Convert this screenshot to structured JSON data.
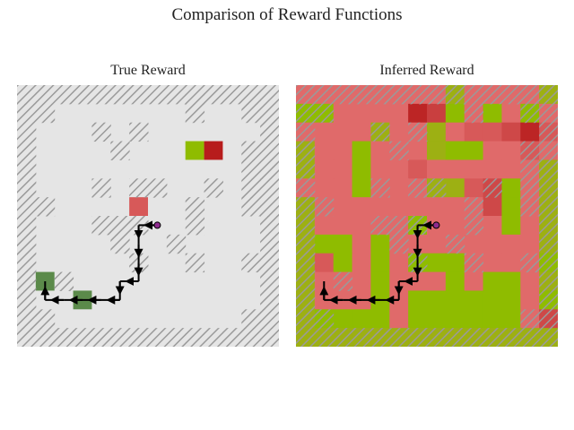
{
  "figure": {
    "title": "Comparison of Reward Functions"
  },
  "colors": {
    "background": "#ffffff",
    "floor": "#e5e5e5",
    "wall_hatch": "#9a9a9a",
    "path": "#000000",
    "start_marker": "#8e2a8e",
    "neutral_reward": "#e57373",
    "positive_reward": "#8fbc00",
    "strong_positive_reward": "#5b8a4a",
    "negative_reward": "#b71c1c"
  },
  "grid": {
    "rows": 14,
    "cols": 14,
    "walls": [
      "##############",
      "##.......#..##",
      "#...#.#......#",
      "#....#......##",
      "#...........##",
      "#...#.##..#.##",
      "##.......#..##",
      "#...###..#...#",
      "#....#..#....#",
      "#.....#..#..##",
      "#.#..........#",
      "#............#",
      "##..........##",
      "##############"
    ],
    "start": [
      7,
      7
    ],
    "path": [
      [
        7,
        7
      ],
      [
        7,
        6
      ],
      [
        8,
        6
      ],
      [
        9,
        6
      ],
      [
        10,
        6
      ],
      [
        10,
        5
      ],
      [
        11,
        5
      ],
      [
        11,
        4
      ],
      [
        11,
        3
      ],
      [
        11,
        2
      ],
      [
        11,
        1
      ],
      [
        10,
        1
      ]
    ]
  },
  "panels": [
    {
      "title": "True Reward",
      "cells": [
        {
          "r": 3,
          "c": 9,
          "v": 0.6
        },
        {
          "r": 3,
          "c": 10,
          "v": -1
        },
        {
          "r": 6,
          "c": 6,
          "v": -0.3
        },
        {
          "r": 10,
          "c": 1,
          "v": 1
        },
        {
          "r": 11,
          "c": 3,
          "v": 1
        }
      ]
    },
    {
      "title": "Inferred Reward",
      "heatmap": [
        [
          -0.1,
          -0.1,
          -0.1,
          -0.1,
          -0.1,
          -0.1,
          -0.1,
          -0.1,
          0.5,
          -0.1,
          -0.1,
          -0.1,
          -0.1,
          0.5
        ],
        [
          0.6,
          0.6,
          -0.1,
          -0.1,
          -0.1,
          -0.1,
          -0.9,
          -0.6,
          0.8,
          -0.1,
          0.6,
          -0.1,
          0.8,
          -0.1
        ],
        [
          -0.1,
          -0.1,
          -0.1,
          -0.1,
          0.5,
          -0.1,
          -0.1,
          0.5,
          -0.1,
          -0.3,
          -0.3,
          -0.5,
          -0.9,
          -0.3
        ],
        [
          0.5,
          -0.1,
          -0.1,
          0.6,
          -0.1,
          -0.1,
          -0.1,
          0.5,
          0.6,
          0.6,
          -0.1,
          -0.1,
          -0.3,
          -0.1
        ],
        [
          0.5,
          -0.1,
          -0.1,
          0.6,
          -0.1,
          -0.1,
          -0.3,
          -0.1,
          -0.1,
          -0.1,
          -0.1,
          -0.1,
          -0.1,
          0.5
        ],
        [
          -0.1,
          -0.1,
          -0.1,
          0.6,
          -0.1,
          -0.1,
          -0.1,
          0.5,
          0.5,
          -0.3,
          -0.5,
          0.8,
          -0.1,
          0.5
        ],
        [
          0.5,
          -0.1,
          -0.1,
          -0.1,
          -0.1,
          -0.1,
          -0.1,
          -0.1,
          -0.1,
          -0.1,
          -0.5,
          0.6,
          -0.1,
          0.5
        ],
        [
          0.5,
          -0.1,
          -0.1,
          -0.1,
          -0.1,
          -0.1,
          0.6,
          -0.1,
          -0.1,
          -0.1,
          -0.1,
          0.8,
          -0.1,
          0.5
        ],
        [
          0.5,
          0.6,
          0.6,
          -0.1,
          0.6,
          -0.1,
          -0.1,
          -0.1,
          -0.1,
          -0.1,
          -0.1,
          -0.1,
          -0.1,
          0.5
        ],
        [
          0.5,
          -0.3,
          0.6,
          -0.1,
          0.6,
          -0.1,
          0.6,
          0.6,
          0.6,
          -0.1,
          -0.1,
          -0.1,
          -0.1,
          0.8
        ],
        [
          0.5,
          -0.1,
          -0.1,
          -0.1,
          0.6,
          -0.1,
          -0.1,
          -0.1,
          0.6,
          -0.1,
          0.6,
          0.6,
          -0.1,
          0.5
        ],
        [
          0.5,
          -0.1,
          -0.1,
          -0.1,
          0.6,
          -0.1,
          0.6,
          0.6,
          0.6,
          0.6,
          0.6,
          0.6,
          -0.1,
          0.8
        ],
        [
          0.5,
          0.6,
          0.6,
          0.6,
          0.6,
          -0.1,
          0.6,
          0.6,
          0.6,
          0.6,
          0.6,
          0.6,
          -0.1,
          -0.5
        ],
        [
          0.5,
          0.5,
          0.5,
          0.5,
          0.5,
          0.5,
          0.5,
          0.5,
          0.5,
          0.5,
          0.5,
          0.5,
          0.5,
          0.5
        ]
      ]
    }
  ]
}
